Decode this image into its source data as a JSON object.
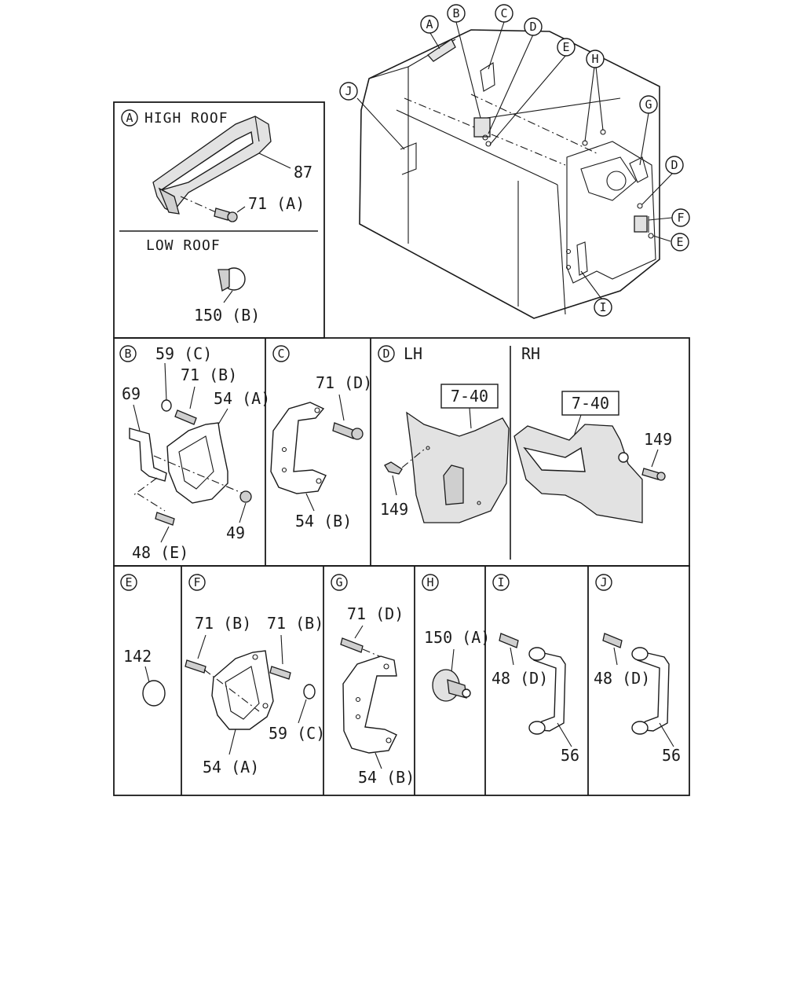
{
  "callouts": [
    "A",
    "B",
    "C",
    "D",
    "E",
    "H",
    "G",
    "D",
    "F",
    "E",
    "I",
    "J"
  ],
  "panel_a": {
    "letter": "A",
    "title": "HIGH ROOF",
    "subtitle": "LOW ROOF",
    "parts": [
      "87",
      "71 (A)",
      "150 (B)"
    ]
  },
  "panel_b": {
    "letter": "B",
    "parts": [
      "59 (C)",
      "71 (B)",
      "69",
      "54 (A)",
      "49",
      "48 (E)"
    ]
  },
  "panel_c": {
    "letter": "C",
    "parts": [
      "71 (D)",
      "54 (B)"
    ]
  },
  "panel_d": {
    "letter": "D",
    "lh": "LH",
    "rh": "RH",
    "ref_lh": "7-40",
    "ref_rh": "7-40",
    "parts_lh": [
      "149"
    ],
    "parts_rh": [
      "149"
    ]
  },
  "panel_e": {
    "letter": "E",
    "parts": [
      "142"
    ]
  },
  "panel_f": {
    "letter": "F",
    "parts": [
      "71 (B)",
      "71 (B)",
      "59 (C)",
      "54 (A)"
    ]
  },
  "panel_g": {
    "letter": "G",
    "parts": [
      "71 (D)",
      "54 (B)"
    ]
  },
  "panel_h": {
    "letter": "H",
    "parts": [
      "150 (A)"
    ]
  },
  "panel_i": {
    "letter": "I",
    "parts": [
      "48 (D)",
      "56"
    ]
  },
  "panel_j": {
    "letter": "J",
    "parts": [
      "48 (D)",
      "56"
    ]
  }
}
